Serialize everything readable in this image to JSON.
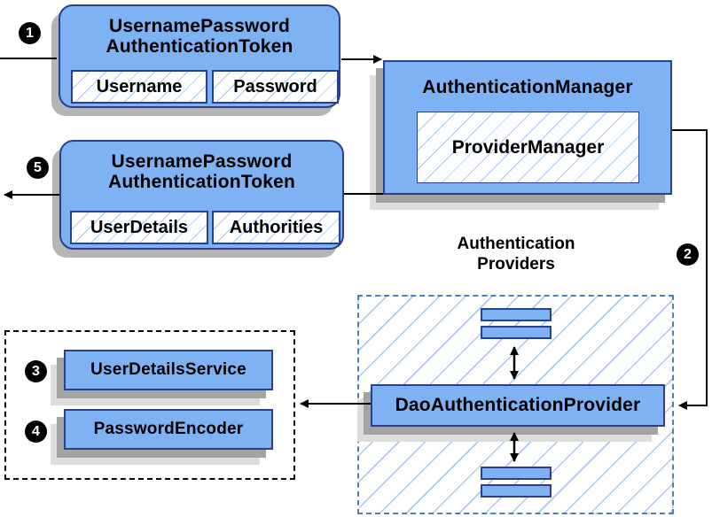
{
  "colors": {
    "node-fill": "#7FB2F2",
    "node-border": "#27408F",
    "hatch-line": "#A6C8F2",
    "group-dashed-border": "#4C7FC0",
    "shadow-single": "#B5B5B5",
    "shadow-dark": "#A3A3A3",
    "shadow-light": "#DCDCDC",
    "connector": "#000000",
    "badge-bg": "#000000",
    "badge-text": "#FFFFFF"
  },
  "steps": {
    "s1": "1",
    "s2": "2",
    "s3": "3",
    "s4": "4",
    "s5": "5"
  },
  "nodes": {
    "request_token": {
      "title_line1": "UsernamePassword",
      "title_line2": "AuthenticationToken",
      "fields": [
        "Username",
        "Password"
      ]
    },
    "authentication_manager": {
      "title": "AuthenticationManager",
      "inner_label": "ProviderManager"
    },
    "result_token": {
      "title_line1": "UsernamePassword",
      "title_line2": "AuthenticationToken",
      "fields": [
        "UserDetails",
        "Authorities"
      ]
    },
    "providers_group": {
      "title_line1": "Authentication",
      "title_line2": "Providers"
    },
    "dao_authentication_provider": {
      "label": "DaoAuthenticationProvider"
    },
    "user_details_service": {
      "label": "UserDetailsService"
    },
    "password_encoder": {
      "label": "PasswordEncoder"
    }
  }
}
